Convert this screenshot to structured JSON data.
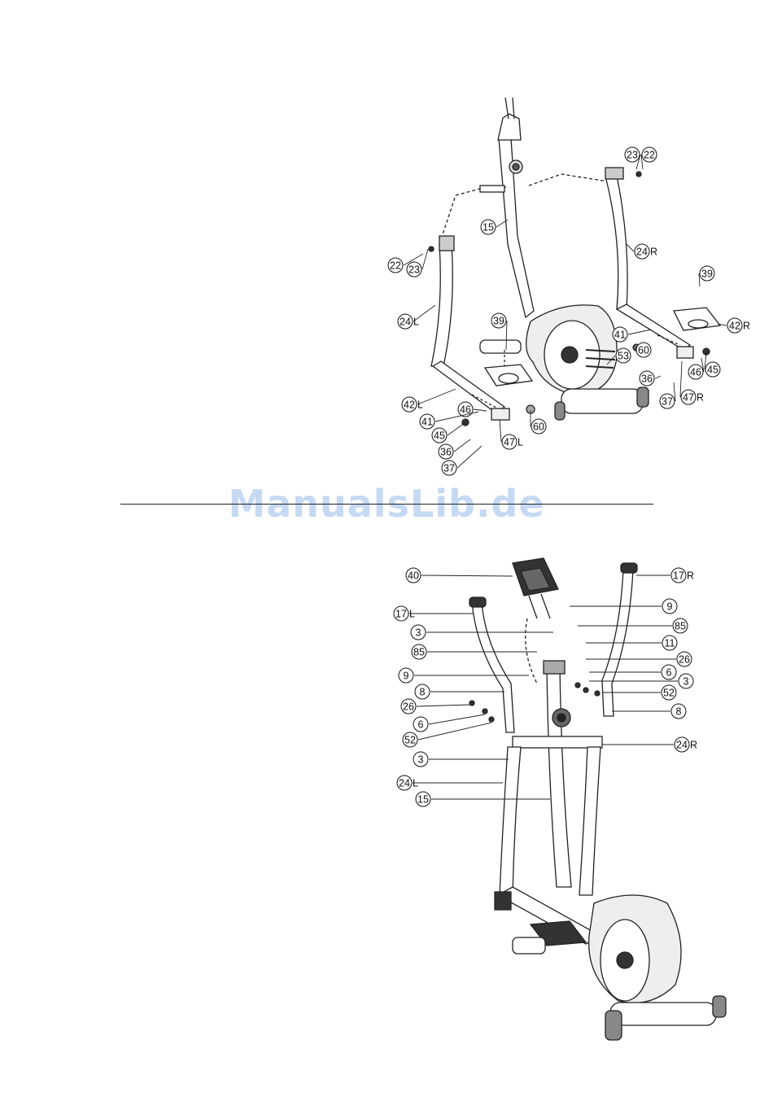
{
  "watermark": "ManualsLib.de",
  "top_diagram": {
    "callouts": [
      {
        "id": "22",
        "suffix": ""
      },
      {
        "id": "23",
        "suffix": ""
      },
      {
        "id": "15",
        "suffix": ""
      },
      {
        "id": "24",
        "suffix": "R"
      },
      {
        "id": "39",
        "suffix": ""
      },
      {
        "id": "42",
        "suffix": "R"
      },
      {
        "id": "22",
        "suffix": ""
      },
      {
        "id": "23",
        "suffix": ""
      },
      {
        "id": "24",
        "suffix": "L"
      },
      {
        "id": "39",
        "suffix": ""
      },
      {
        "id": "41",
        "suffix": ""
      },
      {
        "id": "60",
        "suffix": ""
      },
      {
        "id": "53",
        "suffix": ""
      },
      {
        "id": "36",
        "suffix": ""
      },
      {
        "id": "46",
        "suffix": ""
      },
      {
        "id": "45",
        "suffix": ""
      },
      {
        "id": "37",
        "suffix": ""
      },
      {
        "id": "47",
        "suffix": "R"
      },
      {
        "id": "42",
        "suffix": "L"
      },
      {
        "id": "46",
        "suffix": ""
      },
      {
        "id": "41",
        "suffix": ""
      },
      {
        "id": "45",
        "suffix": ""
      },
      {
        "id": "60",
        "suffix": ""
      },
      {
        "id": "47",
        "suffix": "L"
      },
      {
        "id": "36",
        "suffix": ""
      },
      {
        "id": "37",
        "suffix": ""
      }
    ]
  },
  "bottom_diagram": {
    "callouts": [
      {
        "id": "40",
        "suffix": ""
      },
      {
        "id": "17",
        "suffix": "R"
      },
      {
        "id": "17",
        "suffix": "L"
      },
      {
        "id": "9",
        "suffix": ""
      },
      {
        "id": "3",
        "suffix": ""
      },
      {
        "id": "85",
        "suffix": ""
      },
      {
        "id": "85",
        "suffix": ""
      },
      {
        "id": "11",
        "suffix": ""
      },
      {
        "id": "26",
        "suffix": ""
      },
      {
        "id": "9",
        "suffix": ""
      },
      {
        "id": "6",
        "suffix": ""
      },
      {
        "id": "3",
        "suffix": ""
      },
      {
        "id": "8",
        "suffix": ""
      },
      {
        "id": "52",
        "suffix": ""
      },
      {
        "id": "26",
        "suffix": ""
      },
      {
        "id": "8",
        "suffix": ""
      },
      {
        "id": "6",
        "suffix": ""
      },
      {
        "id": "52",
        "suffix": ""
      },
      {
        "id": "24",
        "suffix": "R"
      },
      {
        "id": "3",
        "suffix": ""
      },
      {
        "id": "24",
        "suffix": "L"
      },
      {
        "id": "15",
        "suffix": ""
      }
    ]
  }
}
